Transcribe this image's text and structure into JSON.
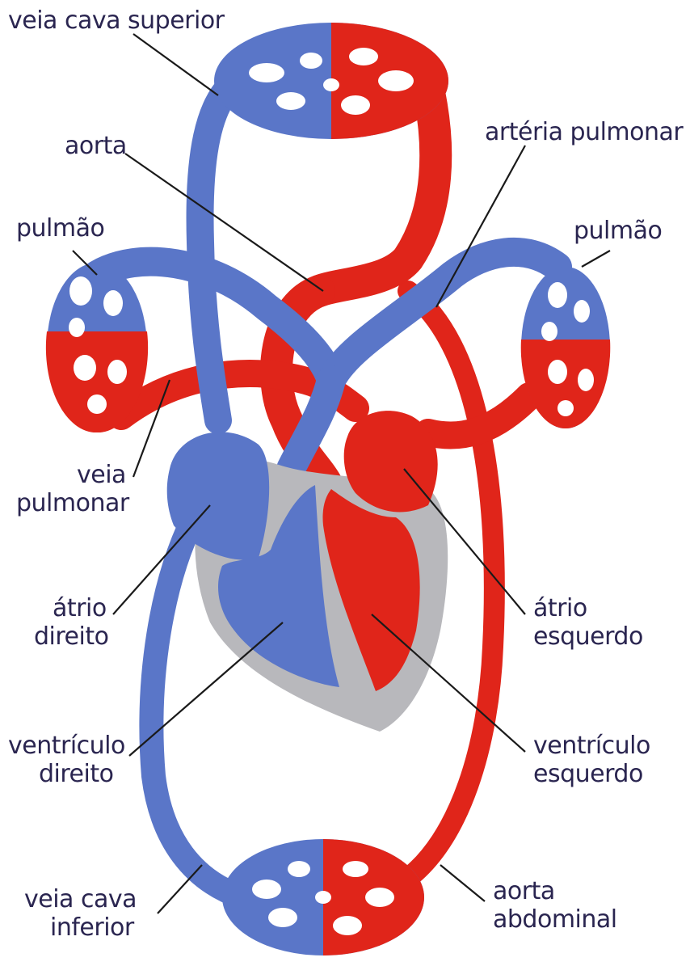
{
  "colors": {
    "venous": "#5a76c8",
    "venous_dark": "#3f5aa8",
    "arterial": "#e0251a",
    "arterial_dark": "#b51a12",
    "heart_wall": "#b8b8bc",
    "label_text": "#2a2550"
  },
  "labels": {
    "veia_cava_superior": "veia cava superior",
    "aorta": "aorta",
    "arteria_pulmonar": "artéria pulmonar",
    "pulmao_left": "pulmão",
    "pulmao_right": "pulmão",
    "veia_pulmonar_1": "veia",
    "veia_pulmonar_2": "pulmonar",
    "atrio_direito_1": "átrio",
    "atrio_direito_2": "direito",
    "atrio_esquerdo_1": "átrio",
    "atrio_esquerdo_2": "esquerdo",
    "ventriculo_direito_1": "ventrículo",
    "ventriculo_direito_2": "direito",
    "ventriculo_esquerdo_1": "ventrículo",
    "ventriculo_esquerdo_2": "esquerdo",
    "veia_cava_inferior_1": "veia cava",
    "veia_cava_inferior_2": "inferior",
    "aorta_abdominal_1": "aorta",
    "aorta_abdominal_2": "abdominal"
  }
}
